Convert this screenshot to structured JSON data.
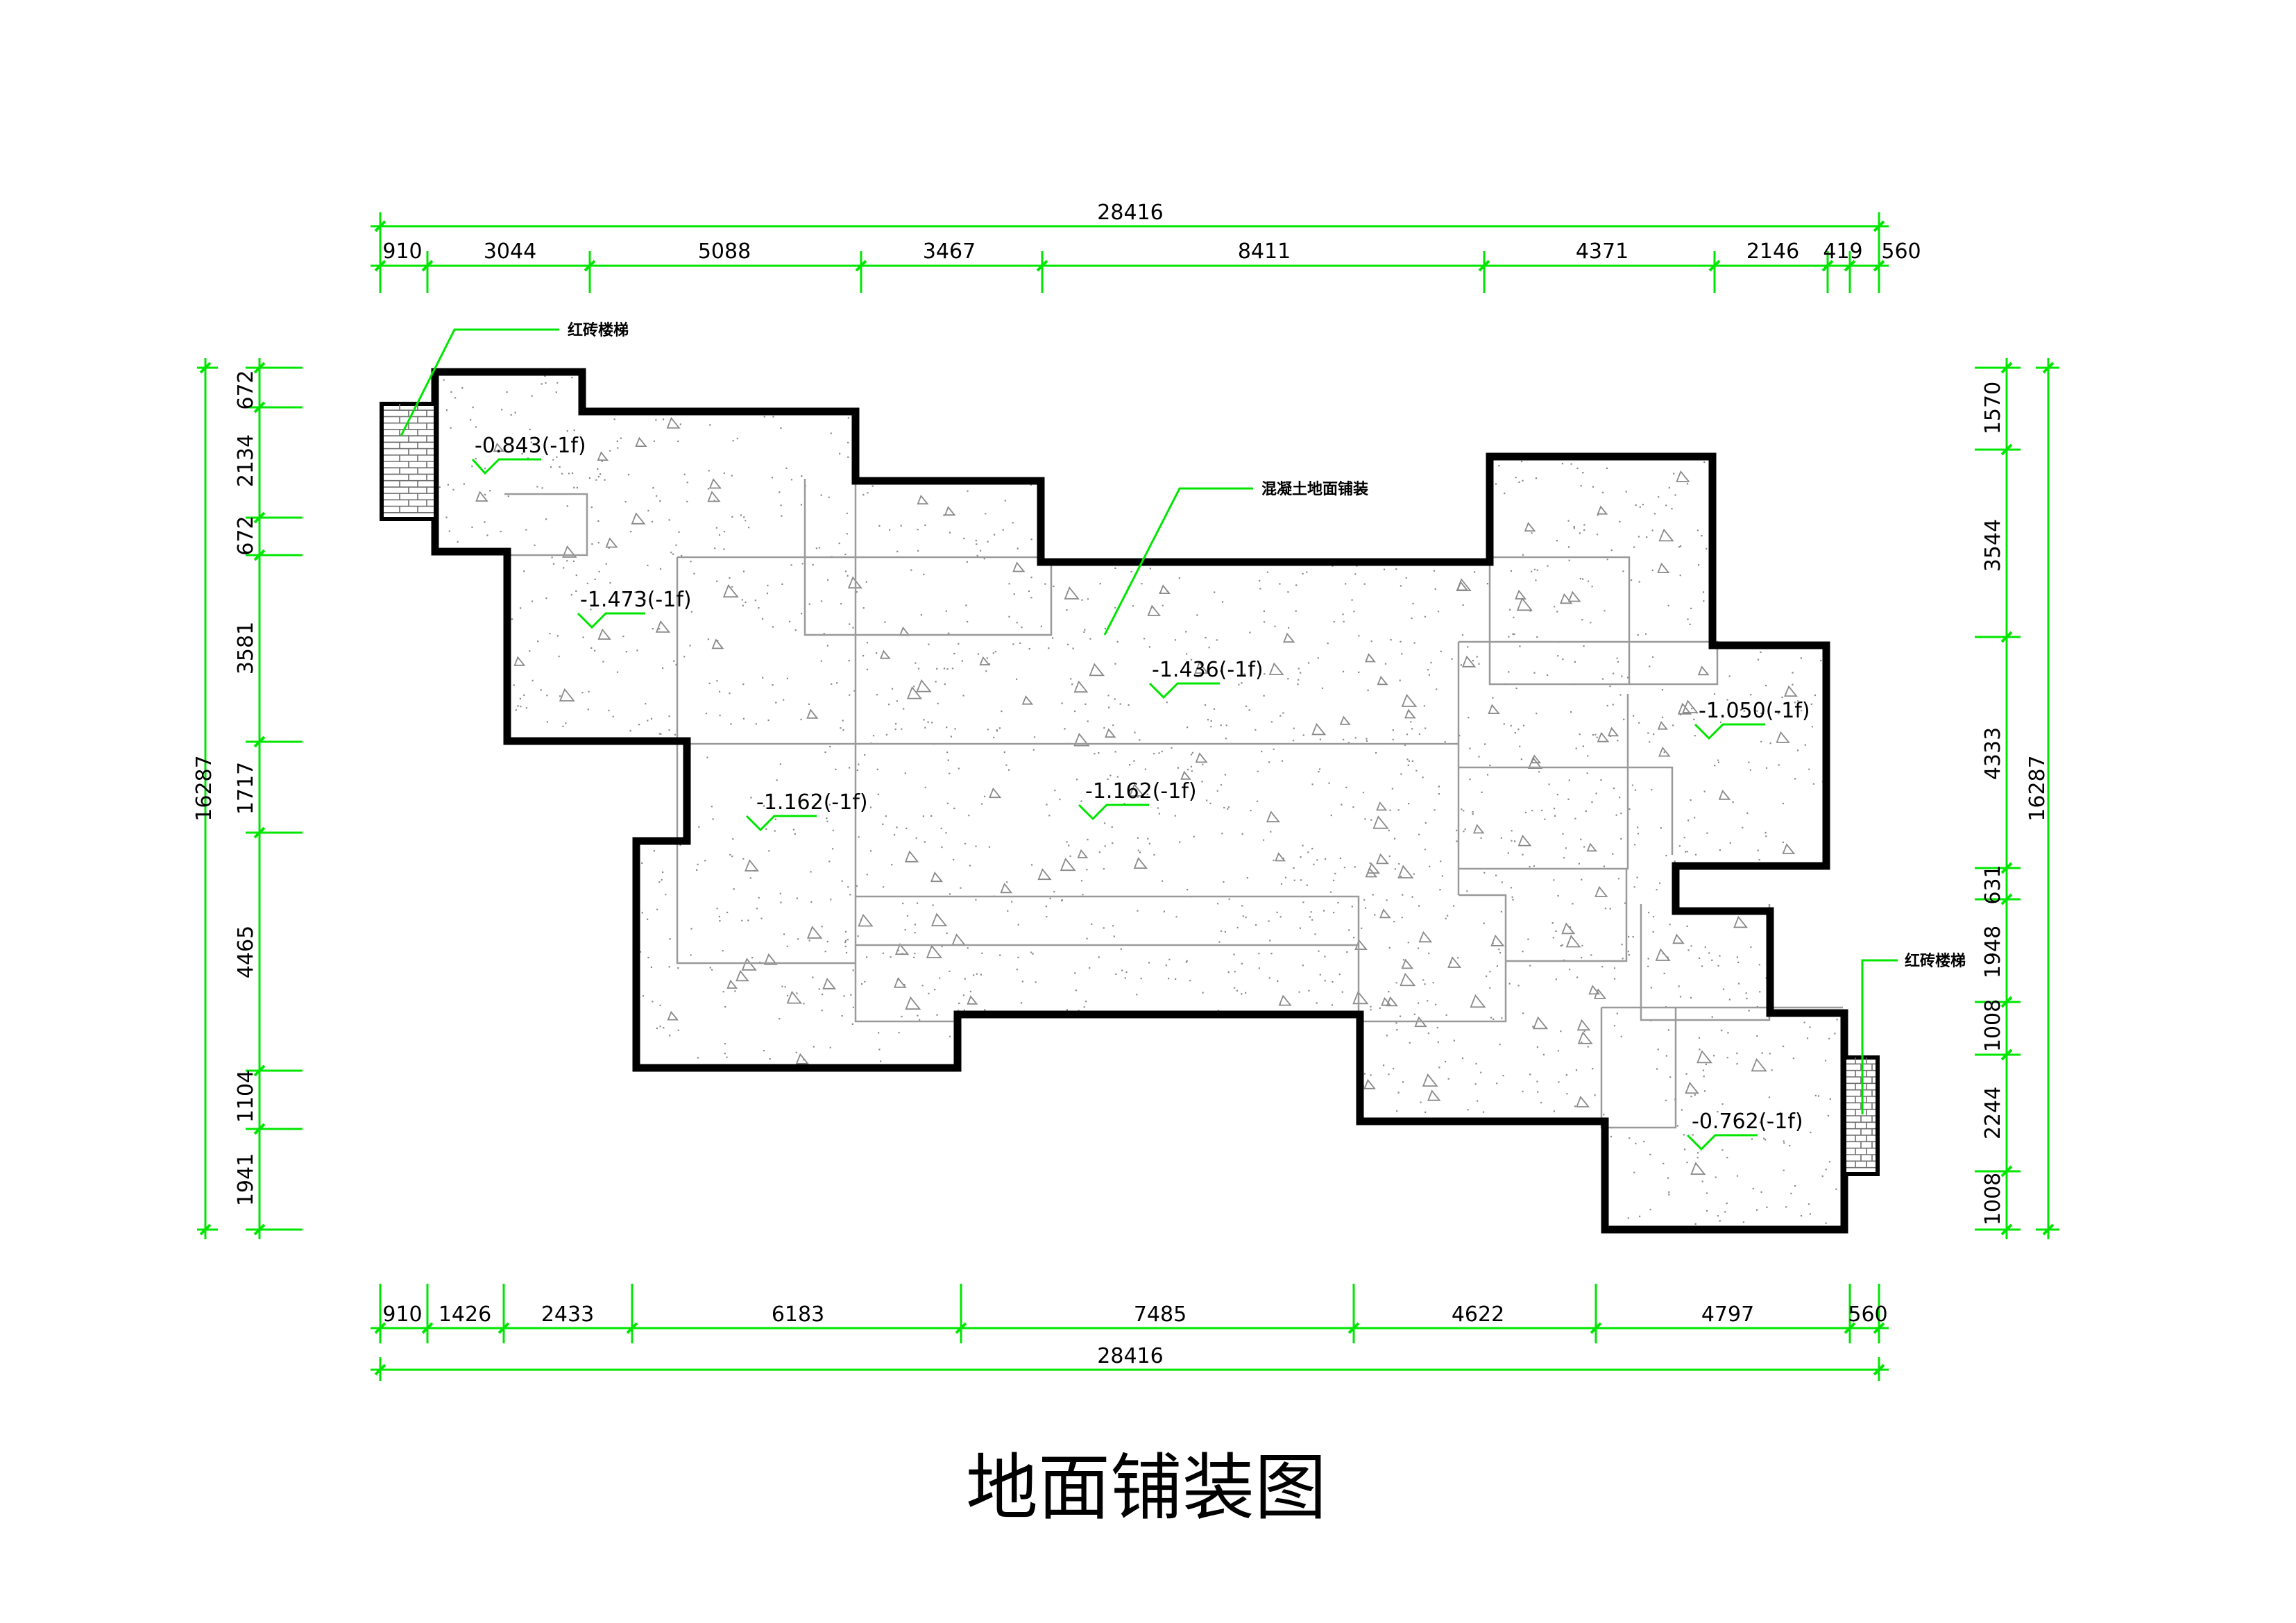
{
  "title": "地面铺装图",
  "colors": {
    "dimension": "#00e600",
    "wall": "#000000",
    "grid": "#9a9a9a",
    "speckle": "#8a8a8a",
    "stair_fill": "#6e6e6e"
  },
  "dimensions": {
    "top_total": "28416",
    "top_segments": [
      "910",
      "3044",
      "5088",
      "3467",
      "8411",
      "4371",
      "2146",
      "419",
      "560"
    ],
    "bottom_segments": [
      "910",
      "1426",
      "2433",
      "6183",
      "7485",
      "4622",
      "4797",
      "560"
    ],
    "bottom_total": "28416",
    "left_total": "16287",
    "left_segments": [
      "672",
      "2134",
      "672",
      "3581",
      "1717",
      "4465",
      "1104",
      "1941"
    ],
    "right_total": "16287",
    "right_segments": [
      "1570",
      "3544",
      "4333",
      "631",
      "1948",
      "1008",
      "2244",
      "1008"
    ]
  },
  "annotations": {
    "stair_top_left": "红砖楼梯",
    "concrete_floor": "混凝土地面铺装",
    "stair_bottom_right": "红砖楼梯"
  },
  "levels": [
    "-0.843(-1f)",
    "-1.473(-1f)",
    "-1.436(-1f)",
    "-1.050(-1f)",
    "-1.162(-1f)",
    "-1.162(-1f)",
    "-0.762(-1f)"
  ]
}
